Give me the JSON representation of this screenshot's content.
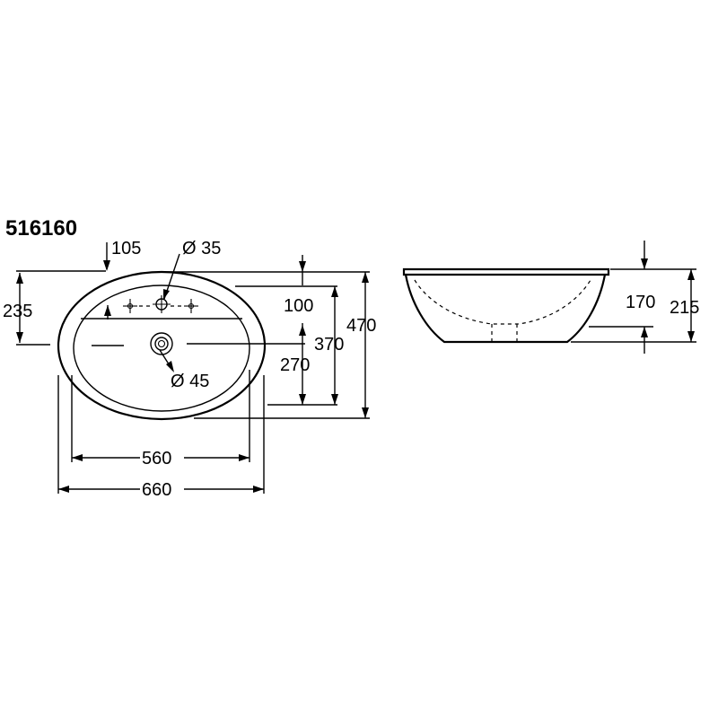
{
  "model_number": "516160",
  "dimensions": {
    "tap_offset": "105",
    "tap_hole": "Ø 35",
    "depth_to_tap": "235",
    "overflow_offset": "100",
    "inner_to_rear": "370",
    "outer_depth": "470",
    "drain_to_front": "270",
    "drain_hole": "Ø 45",
    "inner_width": "560",
    "outer_width": "660",
    "bowl_depth": "170",
    "total_height": "215"
  }
}
